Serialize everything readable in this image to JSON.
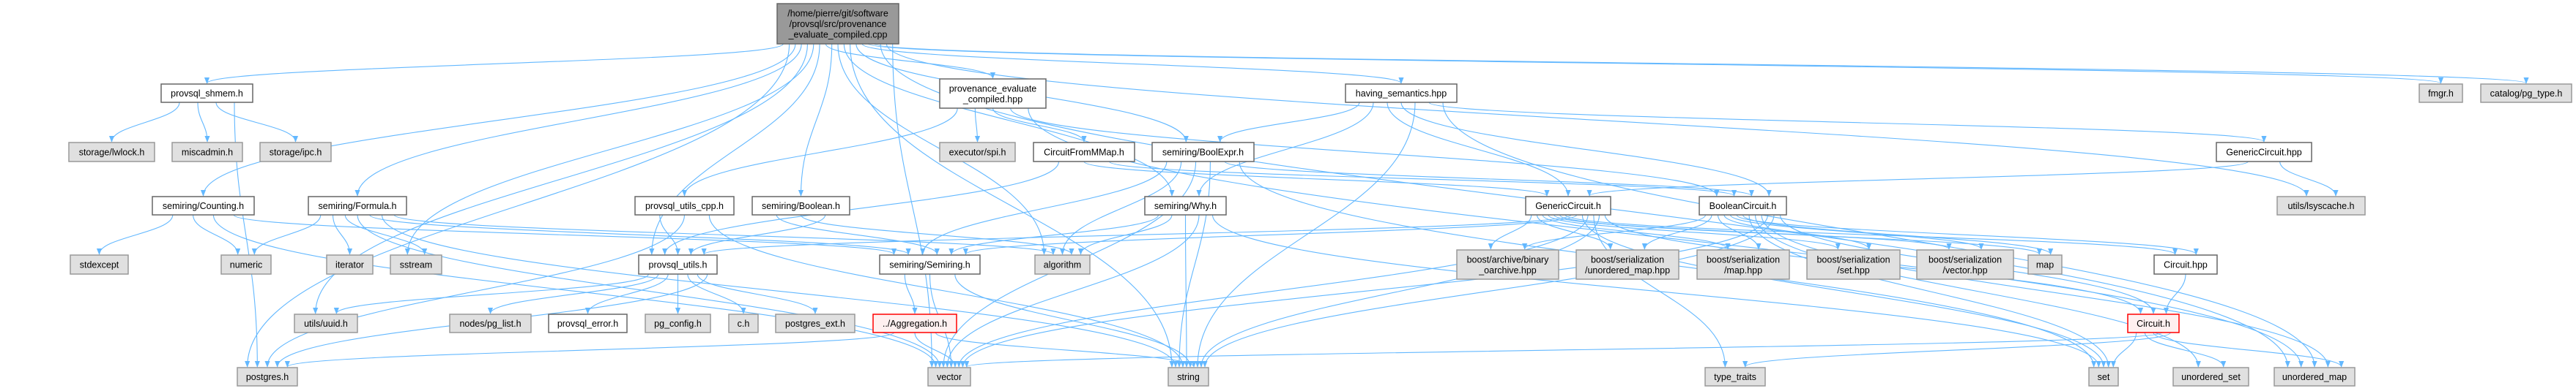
{
  "graph": {
    "title": "/home/pierre/git/software/provsql/src/provenance_evaluate_compiled.cpp",
    "edge_color": "#63b8ff",
    "nodes": [
      {
        "id": "root",
        "lines": [
          "/home/pierre/git/software",
          "/provsql/src/provenance",
          "_evaluate_compiled.cpp"
        ],
        "kind": "root"
      },
      {
        "id": "shmem",
        "lines": [
          "provsql_shmem.h"
        ],
        "kind": "normal"
      },
      {
        "id": "pec_hpp",
        "lines": [
          "provenance_evaluate",
          "_compiled.hpp"
        ],
        "kind": "normal"
      },
      {
        "id": "having",
        "lines": [
          "having_semantics.hpp"
        ],
        "kind": "normal"
      },
      {
        "id": "fmgr",
        "lines": [
          "fmgr.h"
        ],
        "kind": "system"
      },
      {
        "id": "pgtype",
        "lines": [
          "catalog/pg_type.h"
        ],
        "kind": "system"
      },
      {
        "id": "lwlock",
        "lines": [
          "storage/lwlock.h"
        ],
        "kind": "system"
      },
      {
        "id": "miscadmin",
        "lines": [
          "miscadmin.h"
        ],
        "kind": "system"
      },
      {
        "id": "ipc",
        "lines": [
          "storage/ipc.h"
        ],
        "kind": "system"
      },
      {
        "id": "spi",
        "lines": [
          "executor/spi.h"
        ],
        "kind": "system"
      },
      {
        "id": "cfmm",
        "lines": [
          "CircuitFromMMap.h"
        ],
        "kind": "normal"
      },
      {
        "id": "boolexpr",
        "lines": [
          "semiring/BoolExpr.h"
        ],
        "kind": "normal"
      },
      {
        "id": "gc_hpp",
        "lines": [
          "GenericCircuit.hpp"
        ],
        "kind": "normal"
      },
      {
        "id": "counting",
        "lines": [
          "semiring/Counting.h"
        ],
        "kind": "normal"
      },
      {
        "id": "formula",
        "lines": [
          "semiring/Formula.h"
        ],
        "kind": "normal"
      },
      {
        "id": "utils_cpp",
        "lines": [
          "provsql_utils_cpp.h"
        ],
        "kind": "normal"
      },
      {
        "id": "boolean",
        "lines": [
          "semiring/Boolean.h"
        ],
        "kind": "normal"
      },
      {
        "id": "why",
        "lines": [
          "semiring/Why.h"
        ],
        "kind": "normal"
      },
      {
        "id": "gc_h",
        "lines": [
          "GenericCircuit.h"
        ],
        "kind": "normal"
      },
      {
        "id": "bc_h",
        "lines": [
          "BooleanCircuit.h"
        ],
        "kind": "normal"
      },
      {
        "id": "lsyscache",
        "lines": [
          "utils/lsyscache.h"
        ],
        "kind": "system"
      },
      {
        "id": "stdexcept",
        "lines": [
          "stdexcept"
        ],
        "kind": "system"
      },
      {
        "id": "numeric",
        "lines": [
          "numeric"
        ],
        "kind": "system"
      },
      {
        "id": "iterator",
        "lines": [
          "iterator"
        ],
        "kind": "system"
      },
      {
        "id": "sstream",
        "lines": [
          "sstream"
        ],
        "kind": "system"
      },
      {
        "id": "utils_h",
        "lines": [
          "provsql_utils.h"
        ],
        "kind": "normal"
      },
      {
        "id": "semiring",
        "lines": [
          "semiring/Semiring.h"
        ],
        "kind": "normal"
      },
      {
        "id": "algorithm",
        "lines": [
          "algorithm"
        ],
        "kind": "system"
      },
      {
        "id": "b_bin",
        "lines": [
          "boost/archive/binary",
          "_oarchive.hpp"
        ],
        "kind": "system"
      },
      {
        "id": "b_umap",
        "lines": [
          "boost/serialization",
          "/unordered_map.hpp"
        ],
        "kind": "system"
      },
      {
        "id": "b_map",
        "lines": [
          "boost/serialization",
          "/map.hpp"
        ],
        "kind": "system"
      },
      {
        "id": "b_set",
        "lines": [
          "boost/serialization",
          "/set.hpp"
        ],
        "kind": "system"
      },
      {
        "id": "b_vec",
        "lines": [
          "boost/serialization",
          "/vector.hpp"
        ],
        "kind": "system"
      },
      {
        "id": "map",
        "lines": [
          "map"
        ],
        "kind": "system"
      },
      {
        "id": "circuit_hpp",
        "lines": [
          "Circuit.hpp"
        ],
        "kind": "normal"
      },
      {
        "id": "uuid",
        "lines": [
          "utils/uuid.h"
        ],
        "kind": "system"
      },
      {
        "id": "pglist",
        "lines": [
          "nodes/pg_list.h"
        ],
        "kind": "system"
      },
      {
        "id": "perror",
        "lines": [
          "provsql_error.h"
        ],
        "kind": "normal"
      },
      {
        "id": "pgconfig",
        "lines": [
          "pg_config.h"
        ],
        "kind": "system"
      },
      {
        "id": "ch",
        "lines": [
          "c.h"
        ],
        "kind": "system"
      },
      {
        "id": "pgext",
        "lines": [
          "postgres_ext.h"
        ],
        "kind": "system"
      },
      {
        "id": "aggregation",
        "lines": [
          "../Aggregation.h"
        ],
        "kind": "missing"
      },
      {
        "id": "circuit_h",
        "lines": [
          "Circuit.h"
        ],
        "kind": "missing"
      },
      {
        "id": "postgres",
        "lines": [
          "postgres.h"
        ],
        "kind": "system"
      },
      {
        "id": "vector",
        "lines": [
          "vector"
        ],
        "kind": "system"
      },
      {
        "id": "string",
        "lines": [
          "string"
        ],
        "kind": "system"
      },
      {
        "id": "type_traits",
        "lines": [
          "type_traits"
        ],
        "kind": "system"
      },
      {
        "id": "set",
        "lines": [
          "set"
        ],
        "kind": "system"
      },
      {
        "id": "uset",
        "lines": [
          "unordered_set"
        ],
        "kind": "system"
      },
      {
        "id": "umap",
        "lines": [
          "unordered_map"
        ],
        "kind": "system"
      }
    ],
    "edges": [
      [
        "root",
        "shmem"
      ],
      [
        "root",
        "postgres"
      ],
      [
        "root",
        "counting"
      ],
      [
        "root",
        "formula"
      ],
      [
        "root",
        "uuid"
      ],
      [
        "root",
        "sstream"
      ],
      [
        "root",
        "utils_h"
      ],
      [
        "root",
        "pec_hpp"
      ],
      [
        "root",
        "boolean"
      ],
      [
        "root",
        "algorithm"
      ],
      [
        "root",
        "why"
      ],
      [
        "root",
        "string"
      ],
      [
        "root",
        "boolexpr"
      ],
      [
        "root",
        "having"
      ],
      [
        "root",
        "fmgr"
      ],
      [
        "root",
        "pgtype"
      ],
      [
        "root",
        "umap"
      ],
      [
        "root",
        "lsyscache"
      ],
      [
        "root",
        "vector"
      ],
      [
        "shmem",
        "lwlock"
      ],
      [
        "shmem",
        "miscadmin"
      ],
      [
        "shmem",
        "ipc"
      ],
      [
        "shmem",
        "postgres"
      ],
      [
        "counting",
        "stdexcept"
      ],
      [
        "counting",
        "numeric"
      ],
      [
        "counting",
        "vector"
      ],
      [
        "counting",
        "semiring"
      ],
      [
        "formula",
        "numeric"
      ],
      [
        "formula",
        "iterator"
      ],
      [
        "formula",
        "sstream"
      ],
      [
        "formula",
        "vector"
      ],
      [
        "formula",
        "semiring"
      ],
      [
        "formula",
        "string"
      ],
      [
        "formula",
        "algorithm"
      ],
      [
        "pec_hpp",
        "utils_cpp"
      ],
      [
        "pec_hpp",
        "spi"
      ],
      [
        "pec_hpp",
        "cfmm"
      ],
      [
        "pec_hpp",
        "bc_h"
      ],
      [
        "pec_hpp",
        "umap"
      ],
      [
        "cfmm",
        "utils_h"
      ],
      [
        "cfmm",
        "gc_h"
      ],
      [
        "cfmm",
        "bc_h"
      ],
      [
        "boolexpr",
        "semiring"
      ],
      [
        "boolexpr",
        "algorithm"
      ],
      [
        "boolexpr",
        "vector"
      ],
      [
        "boolexpr",
        "string"
      ],
      [
        "boolexpr",
        "bc_h"
      ],
      [
        "boolexpr",
        "set"
      ],
      [
        "utils_cpp",
        "utils_h"
      ],
      [
        "utils_cpp",
        "postgres"
      ],
      [
        "utils_cpp",
        "string"
      ],
      [
        "boolean",
        "semiring"
      ],
      [
        "boolean",
        "algorithm"
      ],
      [
        "boolean",
        "utils_h"
      ],
      [
        "why",
        "semiring"
      ],
      [
        "why",
        "algorithm"
      ],
      [
        "why",
        "string"
      ],
      [
        "why",
        "vector"
      ],
      [
        "why",
        "set"
      ],
      [
        "utils_h",
        "uuid"
      ],
      [
        "utils_h",
        "pglist"
      ],
      [
        "utils_h",
        "perror"
      ],
      [
        "utils_h",
        "pgconfig"
      ],
      [
        "utils_h",
        "ch"
      ],
      [
        "utils_h",
        "pgext"
      ],
      [
        "utils_h",
        "postgres"
      ],
      [
        "semiring",
        "aggregation"
      ],
      [
        "semiring",
        "vector"
      ],
      [
        "semiring",
        "string"
      ],
      [
        "aggregation",
        "postgres"
      ],
      [
        "aggregation",
        "vector"
      ],
      [
        "aggregation",
        "string"
      ],
      [
        "having",
        "boolexpr"
      ],
      [
        "having",
        "why"
      ],
      [
        "having",
        "gc_h"
      ],
      [
        "having",
        "bc_h"
      ],
      [
        "having",
        "string"
      ],
      [
        "having",
        "gc_hpp"
      ],
      [
        "having",
        "umap"
      ],
      [
        "gc_hpp",
        "gc_h"
      ],
      [
        "gc_hpp",
        "lsyscache"
      ],
      [
        "gc_h",
        "b_bin"
      ],
      [
        "gc_h",
        "b_umap"
      ],
      [
        "gc_h",
        "b_map"
      ],
      [
        "gc_h",
        "b_set"
      ],
      [
        "gc_h",
        "b_vec"
      ],
      [
        "gc_h",
        "map"
      ],
      [
        "gc_h",
        "circuit_hpp"
      ],
      [
        "gc_h",
        "utils_h"
      ],
      [
        "gc_h",
        "semiring"
      ],
      [
        "gc_h",
        "set"
      ],
      [
        "gc_h",
        "vector"
      ],
      [
        "gc_h",
        "type_traits"
      ],
      [
        "gc_h",
        "string"
      ],
      [
        "gc_h",
        "circuit_h"
      ],
      [
        "bc_h",
        "b_bin"
      ],
      [
        "bc_h",
        "b_umap"
      ],
      [
        "bc_h",
        "b_map"
      ],
      [
        "bc_h",
        "b_set"
      ],
      [
        "bc_h",
        "b_vec"
      ],
      [
        "bc_h",
        "circuit_hpp"
      ],
      [
        "bc_h",
        "map"
      ],
      [
        "bc_h",
        "set"
      ],
      [
        "bc_h",
        "uset"
      ],
      [
        "bc_h",
        "umap"
      ],
      [
        "bc_h",
        "vector"
      ],
      [
        "bc_h",
        "string"
      ],
      [
        "bc_h",
        "circuit_h"
      ],
      [
        "circuit_hpp",
        "circuit_h"
      ],
      [
        "circuit_h",
        "set"
      ],
      [
        "circuit_h",
        "uset"
      ],
      [
        "circuit_h",
        "umap"
      ],
      [
        "circuit_h",
        "vector"
      ],
      [
        "circuit_h",
        "type_traits"
      ]
    ]
  }
}
